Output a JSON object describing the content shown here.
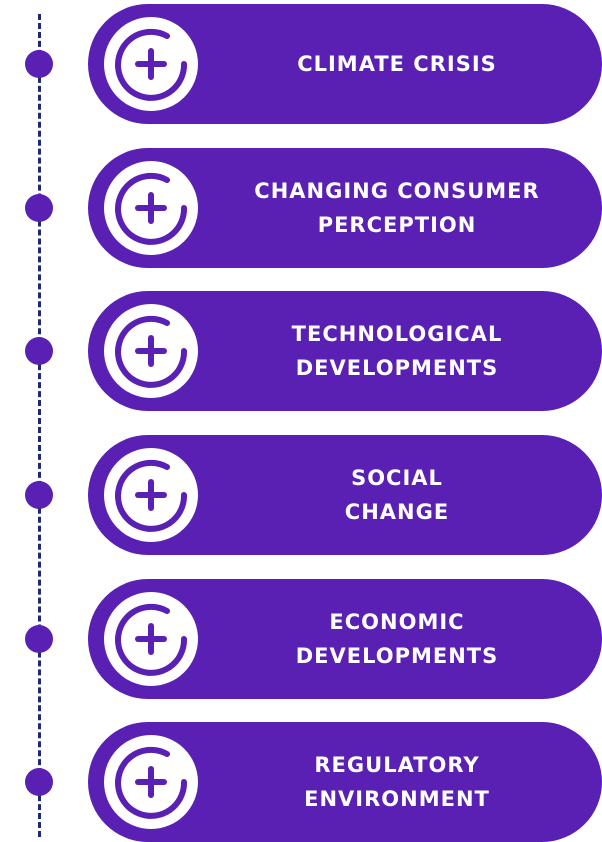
{
  "colors": {
    "accent": "#5a1fb3",
    "timeline": "#1b2a73",
    "text": "#ffffff"
  },
  "icon": "circle-plus-icon",
  "items": [
    {
      "lines": [
        "CLIMATE CRISIS"
      ]
    },
    {
      "lines": [
        "CHANGING CONSUMER",
        "PERCEPTION"
      ]
    },
    {
      "lines": [
        "TECHNOLOGICAL",
        "DEVELOPMENTS"
      ]
    },
    {
      "lines": [
        "SOCIAL",
        "CHANGE"
      ]
    },
    {
      "lines": [
        "ECONOMIC",
        "DEVELOPMENTS"
      ]
    },
    {
      "lines": [
        "REGULATORY",
        "ENVIRONMENT"
      ]
    }
  ]
}
